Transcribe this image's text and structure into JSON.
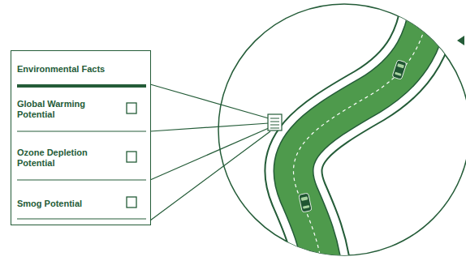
{
  "diagram": {
    "nodes": [
      {
        "text": [
          "Environmental Facts"
        ]
      },
      {
        "text": [
          "Global Warming Potential"
        ],
        "in": 0
      },
      {
        "text": [
          "Ozone Depletion Potential"
        ],
        "in": 0
      },
      {
        "text": [
          "Smog Potential"
        ],
        "in": 0
      }
    ]
  }
}
